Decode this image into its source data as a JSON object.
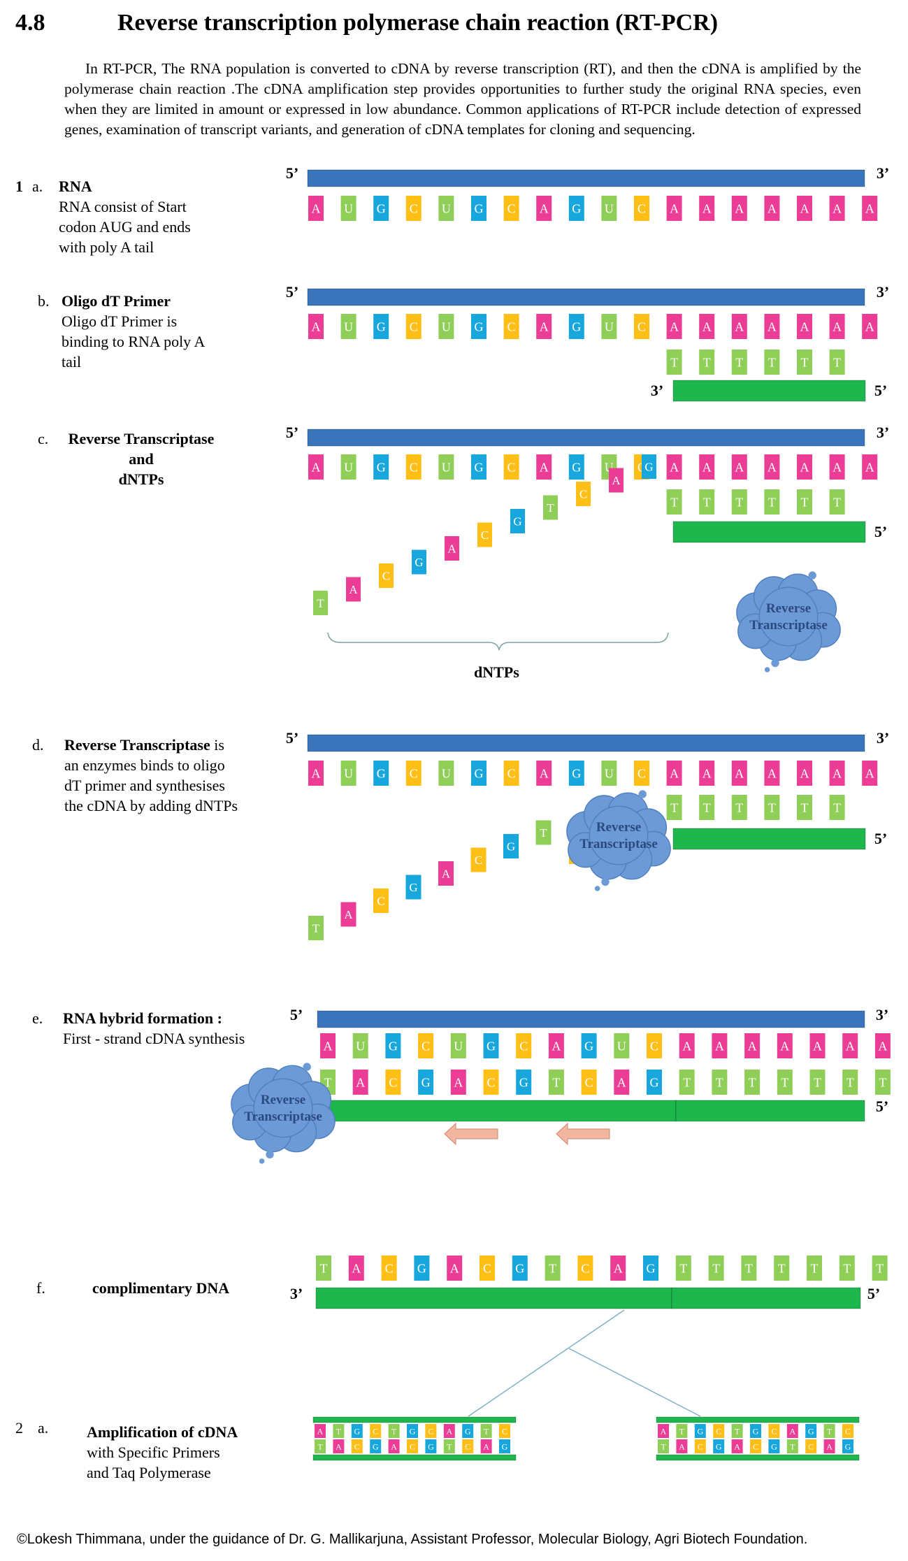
{
  "section": {
    "number": "4.8",
    "title": "Reverse transcription polymerase chain reaction (RT-PCR)"
  },
  "intro": "In RT-PCR,  The RNA population is converted to cDNA by reverse transcription (RT), and then the cDNA is amplified by the polymerase chain reaction .The cDNA amplification step provides opportunities to further study the original RNA species, even when they are limited in amount or expressed in low abundance. Common applications of RT-PCR include detection of  expressed genes, examination of transcript variants, and generation of cDNA templates for cloning and sequencing.",
  "colors": {
    "A": "#ec3d96",
    "U": "#8fcf57",
    "G": "#17a7dc",
    "C": "#ffbf17",
    "T": "#8fcf57",
    "rna_backbone": "#3a74bb",
    "cdna_backbone": "#1db74d",
    "enzyme": "#6b9ad6",
    "arrow": "#f2b5a0"
  },
  "rna_sequence": [
    "A",
    "U",
    "G",
    "C",
    "U",
    "G",
    "C",
    "A",
    "G",
    "U",
    "C",
    "A",
    "A",
    "A",
    "A",
    "A",
    "A",
    "A"
  ],
  "primer_sequence": [
    "T",
    "T",
    "T",
    "T",
    "T",
    "T"
  ],
  "dntp_sequence": [
    "T",
    "A",
    "C",
    "G",
    "A",
    "C",
    "G",
    "T",
    "C",
    "A",
    "G"
  ],
  "dntp_sequence_d": [
    "T",
    "A",
    "C",
    "G",
    "A",
    "C",
    "G",
    "T"
  ],
  "cdna_sequence": [
    "T",
    "A",
    "C",
    "G",
    "A",
    "C",
    "G",
    "T",
    "C",
    "A",
    "G",
    "T",
    "T",
    "T",
    "T",
    "T",
    "T",
    "T"
  ],
  "amp_top": [
    "A",
    "T",
    "G",
    "C",
    "T",
    "G",
    "C",
    "A",
    "G",
    "T",
    "C"
  ],
  "amp_bottom": [
    "T",
    "A",
    "C",
    "G",
    "A",
    "C",
    "G",
    "T",
    "C",
    "A",
    "G"
  ],
  "ends": {
    "five": "5’",
    "three": "3’"
  },
  "steps": {
    "a": {
      "num": "1",
      "letter": "a.",
      "title": "RNA",
      "desc": [
        "RNA consist of Start",
        "codon AUG and ends",
        "with poly A tail"
      ]
    },
    "b": {
      "letter": "b.",
      "title": "Oligo dT Primer",
      "desc": [
        "Oligo dT Primer is",
        "binding to RNA poly A",
        "tail"
      ]
    },
    "c": {
      "letter": "c.",
      "title": [
        "Reverse Transcriptase",
        "and",
        "dNTPs"
      ],
      "dntp_label": "dNTPs"
    },
    "d": {
      "letter": "d.",
      "title": "Reverse Transcriptase",
      "title_rest": " is",
      "desc": [
        "an enzymes binds to oligo",
        "dT primer and synthesises",
        "the cDNA by adding dNTPs"
      ]
    },
    "e": {
      "letter": "e.",
      "title": "RNA hybrid formation :",
      "desc": "First - strand cDNA synthesis"
    },
    "f": {
      "letter": "f.",
      "title": "complimentary DNA"
    },
    "amp": {
      "num": "2",
      "letter": "a.",
      "title": "Amplification of cDNA",
      "desc": [
        "with Specific Primers",
        "and Taq Polymerase"
      ]
    }
  },
  "enzyme_label": [
    "Reverse",
    "Transcriptase"
  ],
  "footer": "©Lokesh Thimmana, under the guidance of Dr. G. Mallikarjuna, Assistant Professor, Molecular Biology, Agri Biotech Foundation."
}
